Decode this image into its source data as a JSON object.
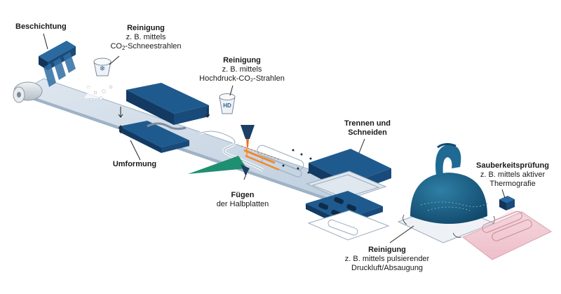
{
  "labels": {
    "beschichtung": {
      "title": "Beschichtung"
    },
    "reinigung_co2": {
      "title": "Reinigung",
      "line1": "z. B. mittels",
      "line2_pre": "CO",
      "line2_sub": "2",
      "line2_post": "-Schneestrahlen"
    },
    "reinigung_hd": {
      "title": "Reinigung",
      "line1": "z. B. mittels",
      "line2": "Hochdruck-CO₂-Strahlen"
    },
    "umformung": {
      "title": "Umformung"
    },
    "fuegen": {
      "title": "Fügen",
      "line1": "der Halbplatten"
    },
    "trennen": {
      "title": "Trennen und",
      "title2": "Schneiden"
    },
    "reinigung_druckluft": {
      "title": "Reinigung",
      "line1": "z. B. mittels pulsierender",
      "line2": "Druckluft/Absaugung"
    },
    "sauberkeit": {
      "title": "Sauberkeitsprüfung",
      "line1": "z. B. mittels aktiver",
      "line2": "Thermografie"
    }
  },
  "nozzle_text": "HD",
  "colors": {
    "navy": "#1b4a78",
    "navy_dark": "#123559",
    "steel": "#c6d4e2",
    "steel_light": "#dde6ef",
    "green": "#1f8f72",
    "orange": "#e8742a",
    "pink": "#f2c9d1"
  }
}
